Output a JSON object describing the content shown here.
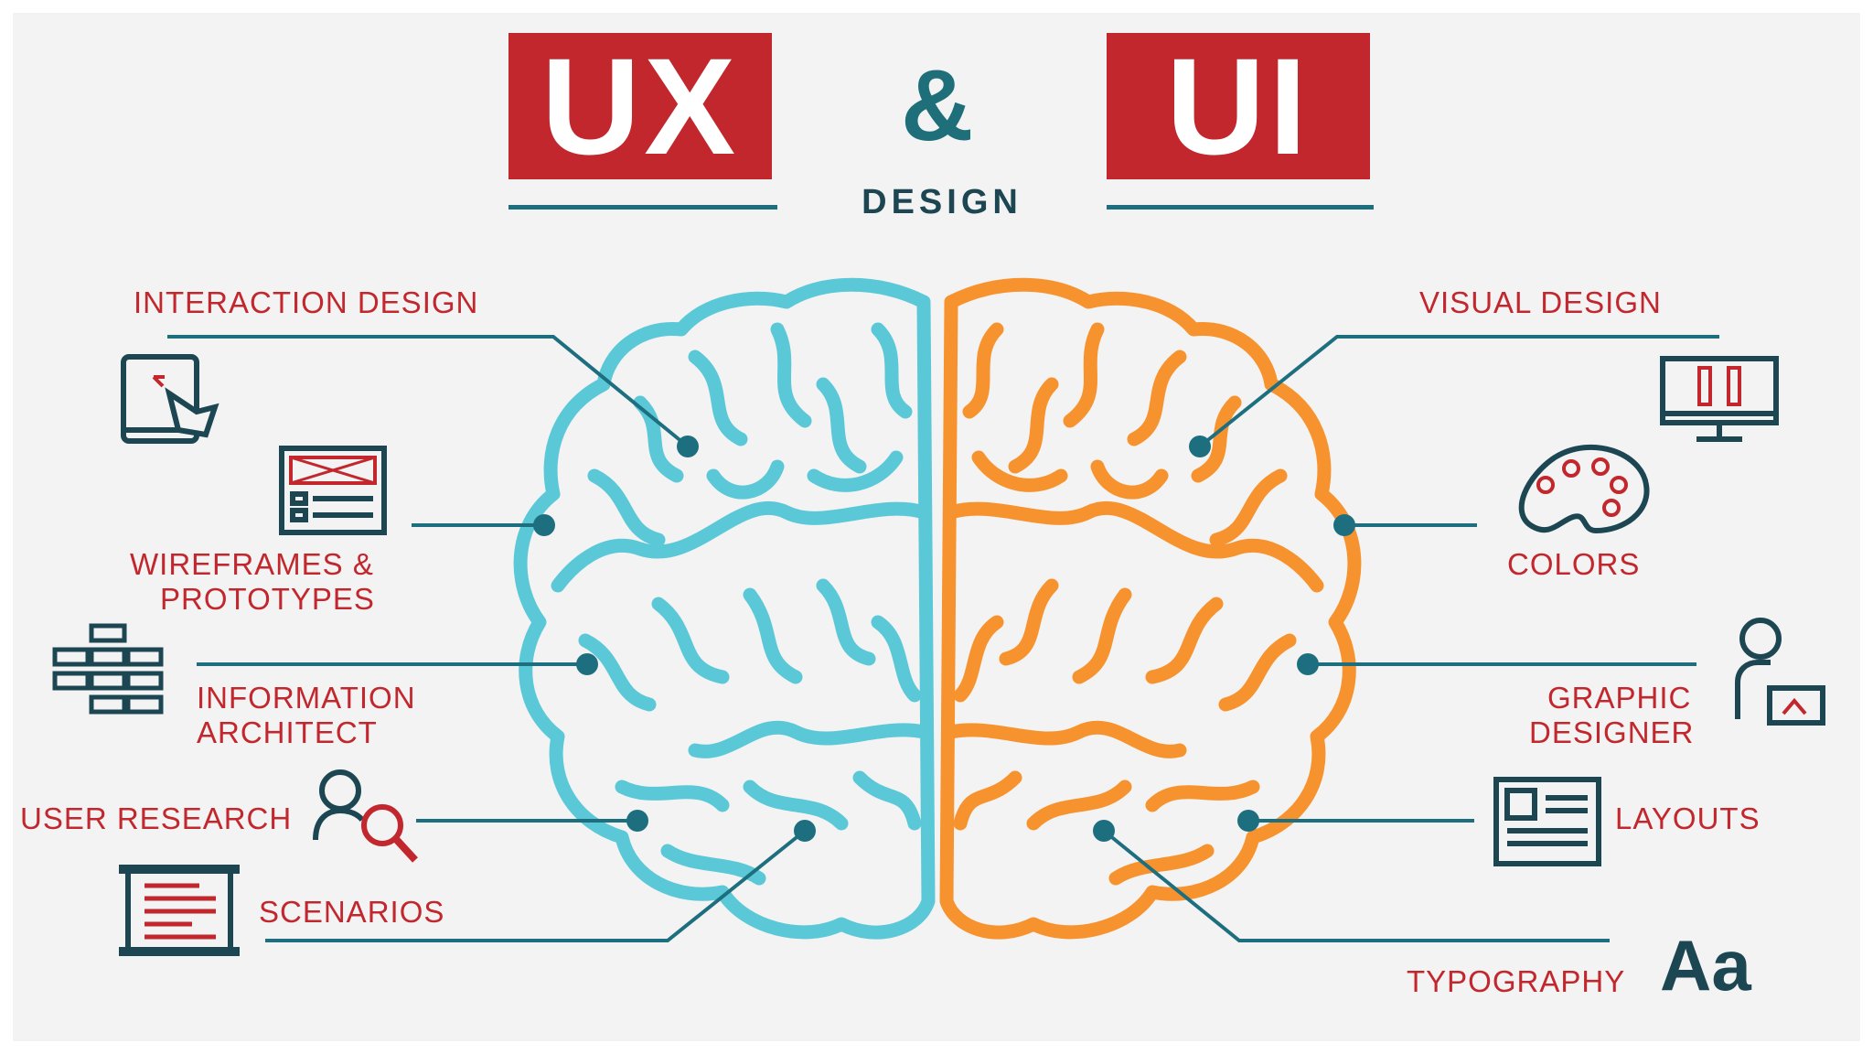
{
  "header": {
    "ux": "UX",
    "ampersand": "&",
    "ui": "UI",
    "subtitle": "DESIGN"
  },
  "ux_items": {
    "interaction_design": "INTERACTION DESIGN",
    "wireframes_1": "WIREFRAMES &",
    "wireframes_2": "PROTOTYPES",
    "information_1": "INFORMATION",
    "information_2": "ARCHITECT",
    "user_research": "USER RESEARCH",
    "scenarios": "SCENARIOS"
  },
  "ui_items": {
    "visual_design": "VISUAL DESIGN",
    "colors": "COLORS",
    "graphic_1": "GRAPHIC",
    "graphic_2": "DESIGNER",
    "layouts": "LAYOUTS",
    "typography": "TYPOGRAPHY",
    "typography_glyph": "Aa"
  },
  "colors": {
    "accent_red": "#c1272d",
    "teal_line": "#1d6f7f",
    "brain_left": "#5bc8d8",
    "brain_right": "#f7932f"
  }
}
